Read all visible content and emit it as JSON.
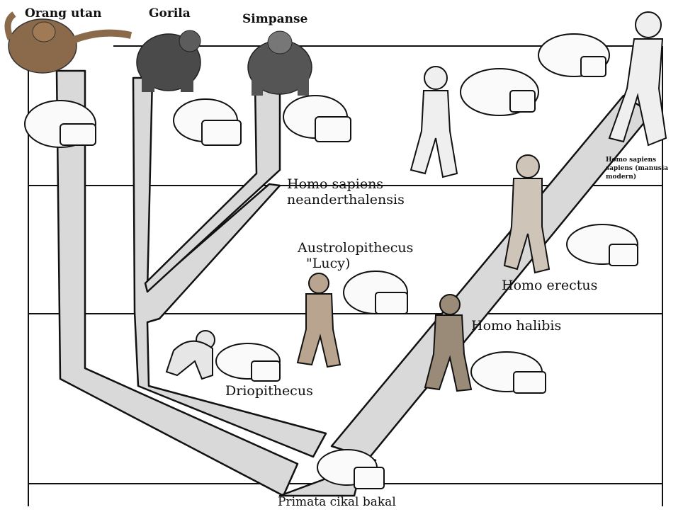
{
  "labels": {
    "orang_utan": "Orang utan",
    "gorila": "Gorila",
    "simpanse": "Simpanse",
    "neanderthal_line1": "Homo sapiens",
    "neanderthal_line2": "neanderthalensis",
    "australopithecus_line1": "Austrolopithecus",
    "australopithecus_line2": "\"Lucy)",
    "homo_erectus": "Homo erectus",
    "homo_habilis": "Homo halibis",
    "driopithecus": "Driopithecus",
    "primata": "Primata cikal bakal",
    "sapiens_line1": "Homo sapiens",
    "sapiens_line2": "sapiens (manusia",
    "sapiens_line3": "modern)"
  },
  "colors": {
    "branch_fill": "#d9d9d9",
    "line": "#111111",
    "skin": "#f2f2f2",
    "fur": "#6a5a4a"
  }
}
